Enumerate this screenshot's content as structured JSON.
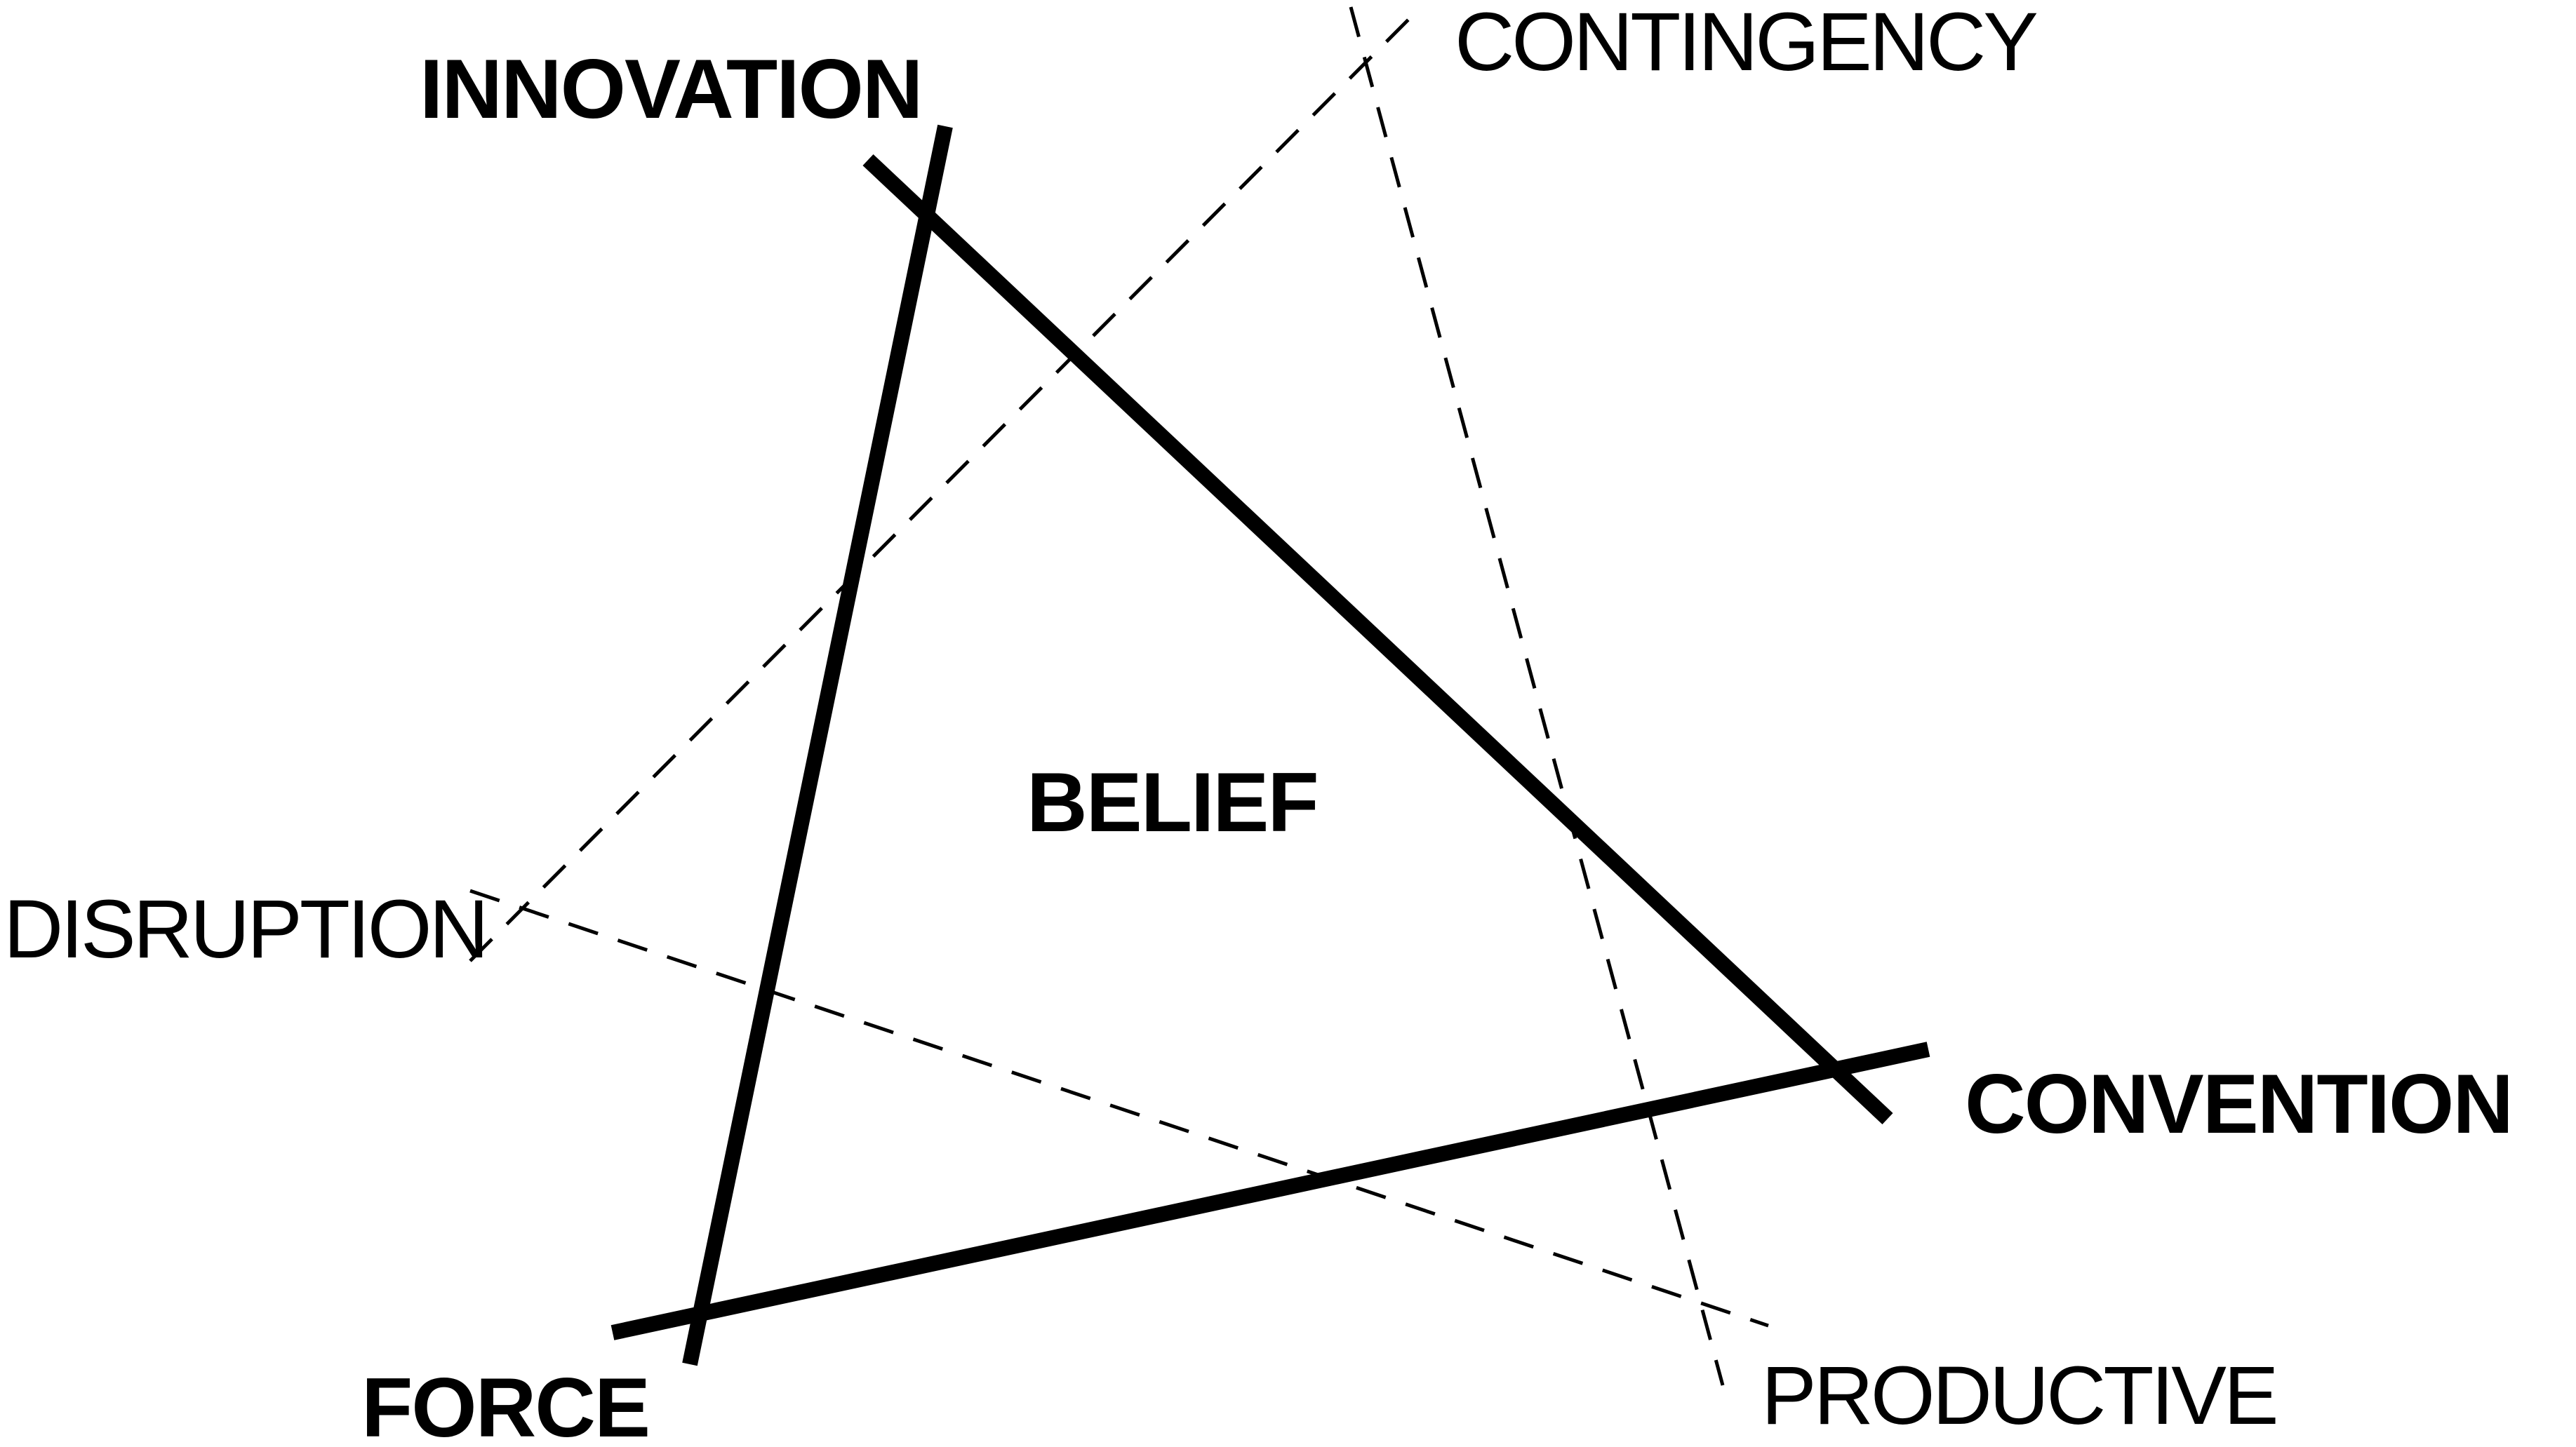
{
  "diagram": {
    "center_label": "BELIEF",
    "vertices": {
      "top": "INNOVATION",
      "right": "CONVENTION",
      "bottom_left": "FORCE"
    },
    "outer_nodes": {
      "top": "CONTINGENCY",
      "left": "DISRUPTION",
      "bottom_right": "PRODUCTIVE"
    },
    "style": {
      "line_color": "#000000",
      "background": "#ffffff"
    }
  }
}
